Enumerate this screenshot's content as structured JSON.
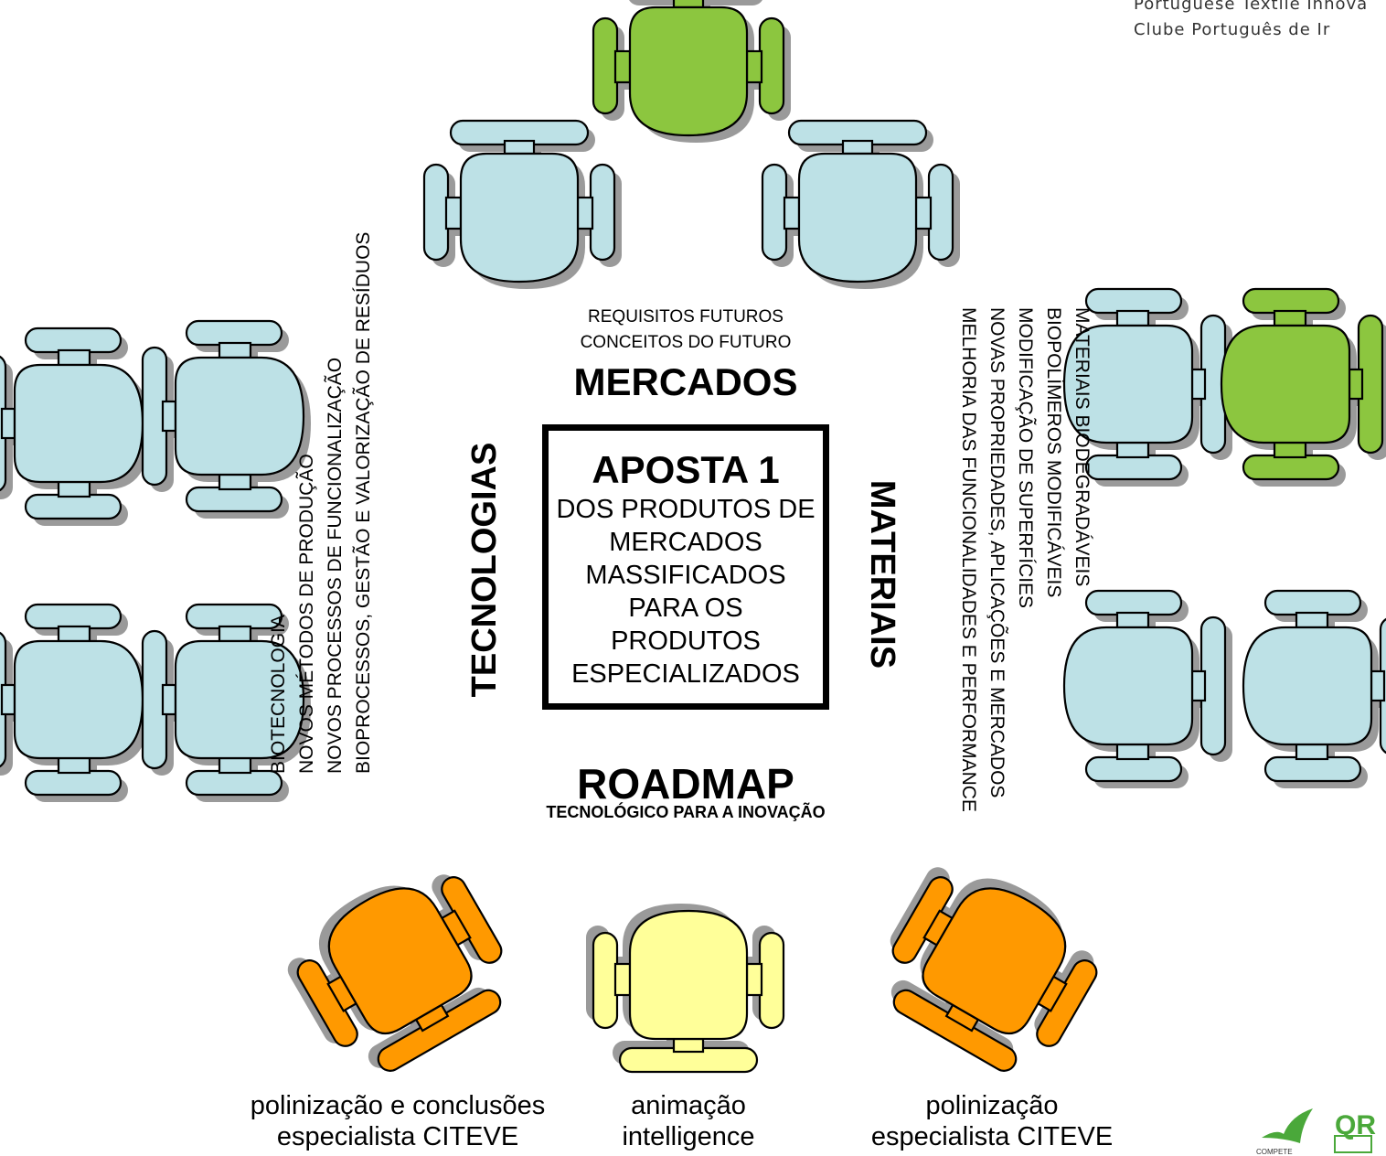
{
  "header": {
    "line1": "Portuguese Textile Innova",
    "line2": "Clube Português de Ir"
  },
  "center": {
    "mercados_sub1": "REQUISITOS FUTUROS",
    "mercados_sub2": "CONCEITOS DO FUTURO",
    "mercados_title": "MERCADOS",
    "aposta_title": "APOSTA 1",
    "aposta_lines": [
      "DOS PRODUTOS DE",
      "MERCADOS",
      "MASSIFICADOS",
      "PARA OS",
      "PRODUTOS",
      "ESPECIALIZADOS"
    ],
    "roadmap_title": "ROADMAP",
    "roadmap_sub": "TECNOLÓGICO PARA A INOVAÇÃO"
  },
  "tecnologias": {
    "title": "TECNOLOGIAS",
    "items": [
      "BIOTECNOLOGIA",
      "NOVOS MÉTODOS DE PRODUÇÃO",
      "NOVOS PROCESSOS DE FUNCIONALIZAÇÃO",
      "BIOPROCESSOS, GESTÃO E VALORIZAÇÃO DE RESÍDUOS"
    ]
  },
  "materiais": {
    "title": "MATERIAIS",
    "items": [
      "MATERIAIS BIODEGRADÁVEIS",
      "BIOPOLÍMEROS MODIFICÁVEIS",
      "MODIFICAÇÃO DE SUPERFÍCIES",
      "NOVAS PROPRIEDADES, APLICAÇÕES E MERCADOS",
      "MELHORIA DAS FUNCIONALIDADES E PERFORMANCE"
    ]
  },
  "labels": {
    "left_line1": "polinização e conclusões",
    "left_line2": "especialista CITEVE",
    "mid_line1": "animação",
    "mid_line2": "intelligence",
    "right_line1": "polinização",
    "right_line2": "especialista CITEVE"
  },
  "colors": {
    "chair_blue": "#bde1e6",
    "chair_green": "#8cc63f",
    "chair_orange": "#ff9900",
    "chair_yellow": "#ffff99",
    "shadow": "#9a9a9a"
  }
}
